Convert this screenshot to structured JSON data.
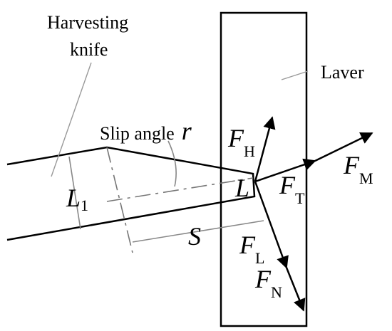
{
  "labels": {
    "knife_line1": "Harvesting",
    "knife_line2": "knife",
    "laver": "Laver",
    "slip_angle": "Slip angle",
    "slip_angle_symbol": "r",
    "L1_main": "L",
    "L1_sub": "1",
    "L": "L",
    "S": "S",
    "FH_main": "F",
    "FH_sub": "H",
    "FM_main": "F",
    "FM_sub": "M",
    "FT_main": "F",
    "FT_sub": "T",
    "FL_main": "F",
    "FL_sub": "L",
    "FN_main": "F",
    "FN_sub": "N"
  }
}
